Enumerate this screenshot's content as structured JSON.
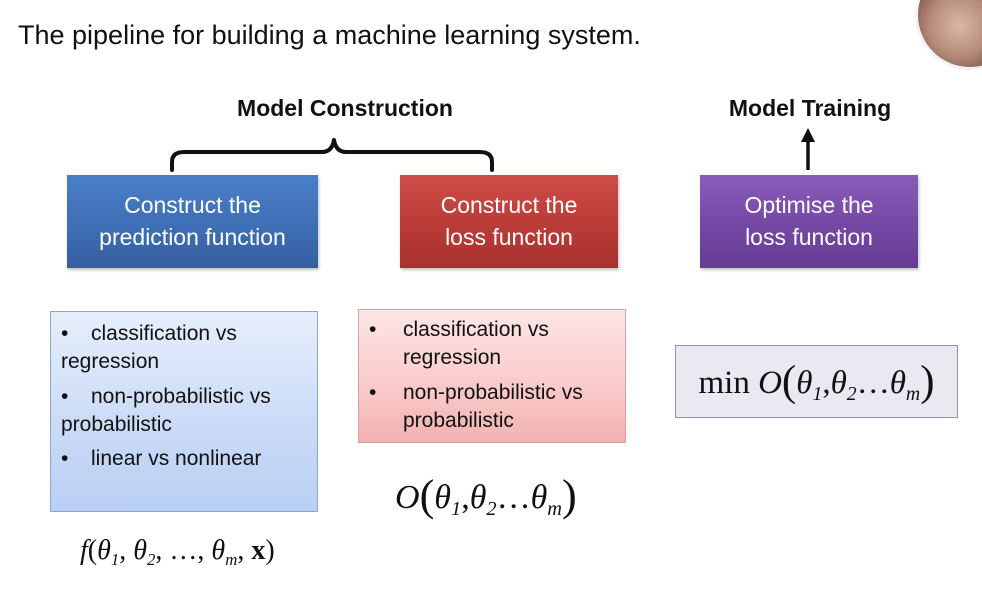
{
  "slide": {
    "title": "The pipeline for building a machine learning system."
  },
  "sections": {
    "model_construction": "Model Construction",
    "model_training": "Model Training"
  },
  "steps": [
    {
      "line1": "Construct the",
      "line2": "prediction function",
      "color": "#3f70b8"
    },
    {
      "line1": "Construct the",
      "line2": "loss function",
      "color": "#bc3c38"
    },
    {
      "line1": "Optimise the",
      "line2": "loss function",
      "color": "#7649a7"
    }
  ],
  "prediction_details": [
    {
      "bullet": "•",
      "text_a": "classification vs",
      "text_b": "regression"
    },
    {
      "bullet": "•",
      "text_a": "non-probabilistic vs",
      "text_b": "probabilistic"
    },
    {
      "bullet": "•",
      "text_a": "linear vs nonlinear",
      "text_b": ""
    }
  ],
  "loss_details": [
    {
      "bullet": "•",
      "text_a": "classification vs",
      "text_b": "regression"
    },
    {
      "bullet": "•",
      "text_a": "non-probabilistic vs",
      "text_b": "probabilistic"
    }
  ],
  "formulas": {
    "prediction": {
      "f": "f",
      "open": "(",
      "t1": "θ",
      "s1": "1",
      "sep1": ", ",
      "t2": "θ",
      "s2": "2",
      "sep2": ", …, ",
      "tm": "θ",
      "sm": "m",
      "sep3": ", ",
      "x": "x",
      "close": ")"
    },
    "loss": {
      "O": "O",
      "open": "(",
      "t1": "θ",
      "s1": "1",
      "sep1": ",",
      "t2": "θ",
      "s2": "2",
      "dots": "…",
      "tm": "θ",
      "sm": "m",
      "close": ")"
    },
    "optimise": {
      "min": "min",
      "O": "O",
      "open": "(",
      "t1": "θ",
      "s1": "1",
      "sep1": ",",
      "t2": "θ",
      "s2": "2",
      "dots": "…",
      "tm": "θ",
      "sm": "m",
      "close": ")"
    }
  },
  "colors": {
    "blue_step": "#3f70b8",
    "red_step": "#bc3c38",
    "purple_step": "#7649a7",
    "blue_detail": "#c9daf6",
    "red_detail": "#f8c6c6",
    "formula_box": "#ece8f2"
  },
  "icons": {
    "brace": "curly-brace-icon",
    "arrow": "arrow-up-icon",
    "presenter": "presenter-avatar"
  }
}
